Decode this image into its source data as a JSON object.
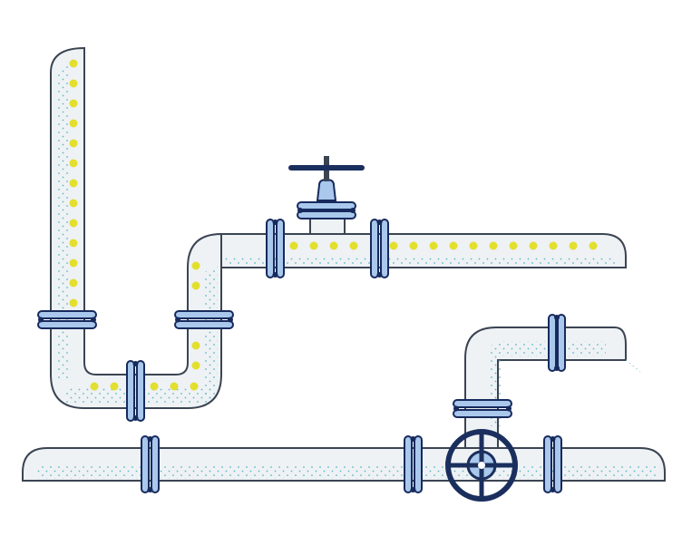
{
  "colors": {
    "background": "#ffffff",
    "pipe_fill": "#eef2f5",
    "pipe_stroke": "#3b4452",
    "texture_dot": "#5fb7c8",
    "fluid_dot": "#e3df2e",
    "flange_fill": "#a9c8ec",
    "flange_dark": "#172a5c",
    "bolt": "#172a5c",
    "handle_dark": "#1b2f5e",
    "valve_stem": "#3b4452"
  },
  "pipes": [
    {
      "id": "u-bend-pipe",
      "contains_fluid": true
    },
    {
      "id": "upper-horizontal-pipe",
      "contains_fluid": true
    },
    {
      "id": "right-elbow-pipe",
      "contains_fluid": false
    },
    {
      "id": "bottom-horizontal-pipe",
      "contains_fluid": false
    }
  ],
  "valves": [
    {
      "id": "gate-valve",
      "handle": "t-bar"
    },
    {
      "id": "wheel-valve",
      "handle": "handwheel"
    }
  ],
  "icons": [
    "gate-valve-icon",
    "handwheel-valve-icon",
    "flange-icon"
  ]
}
